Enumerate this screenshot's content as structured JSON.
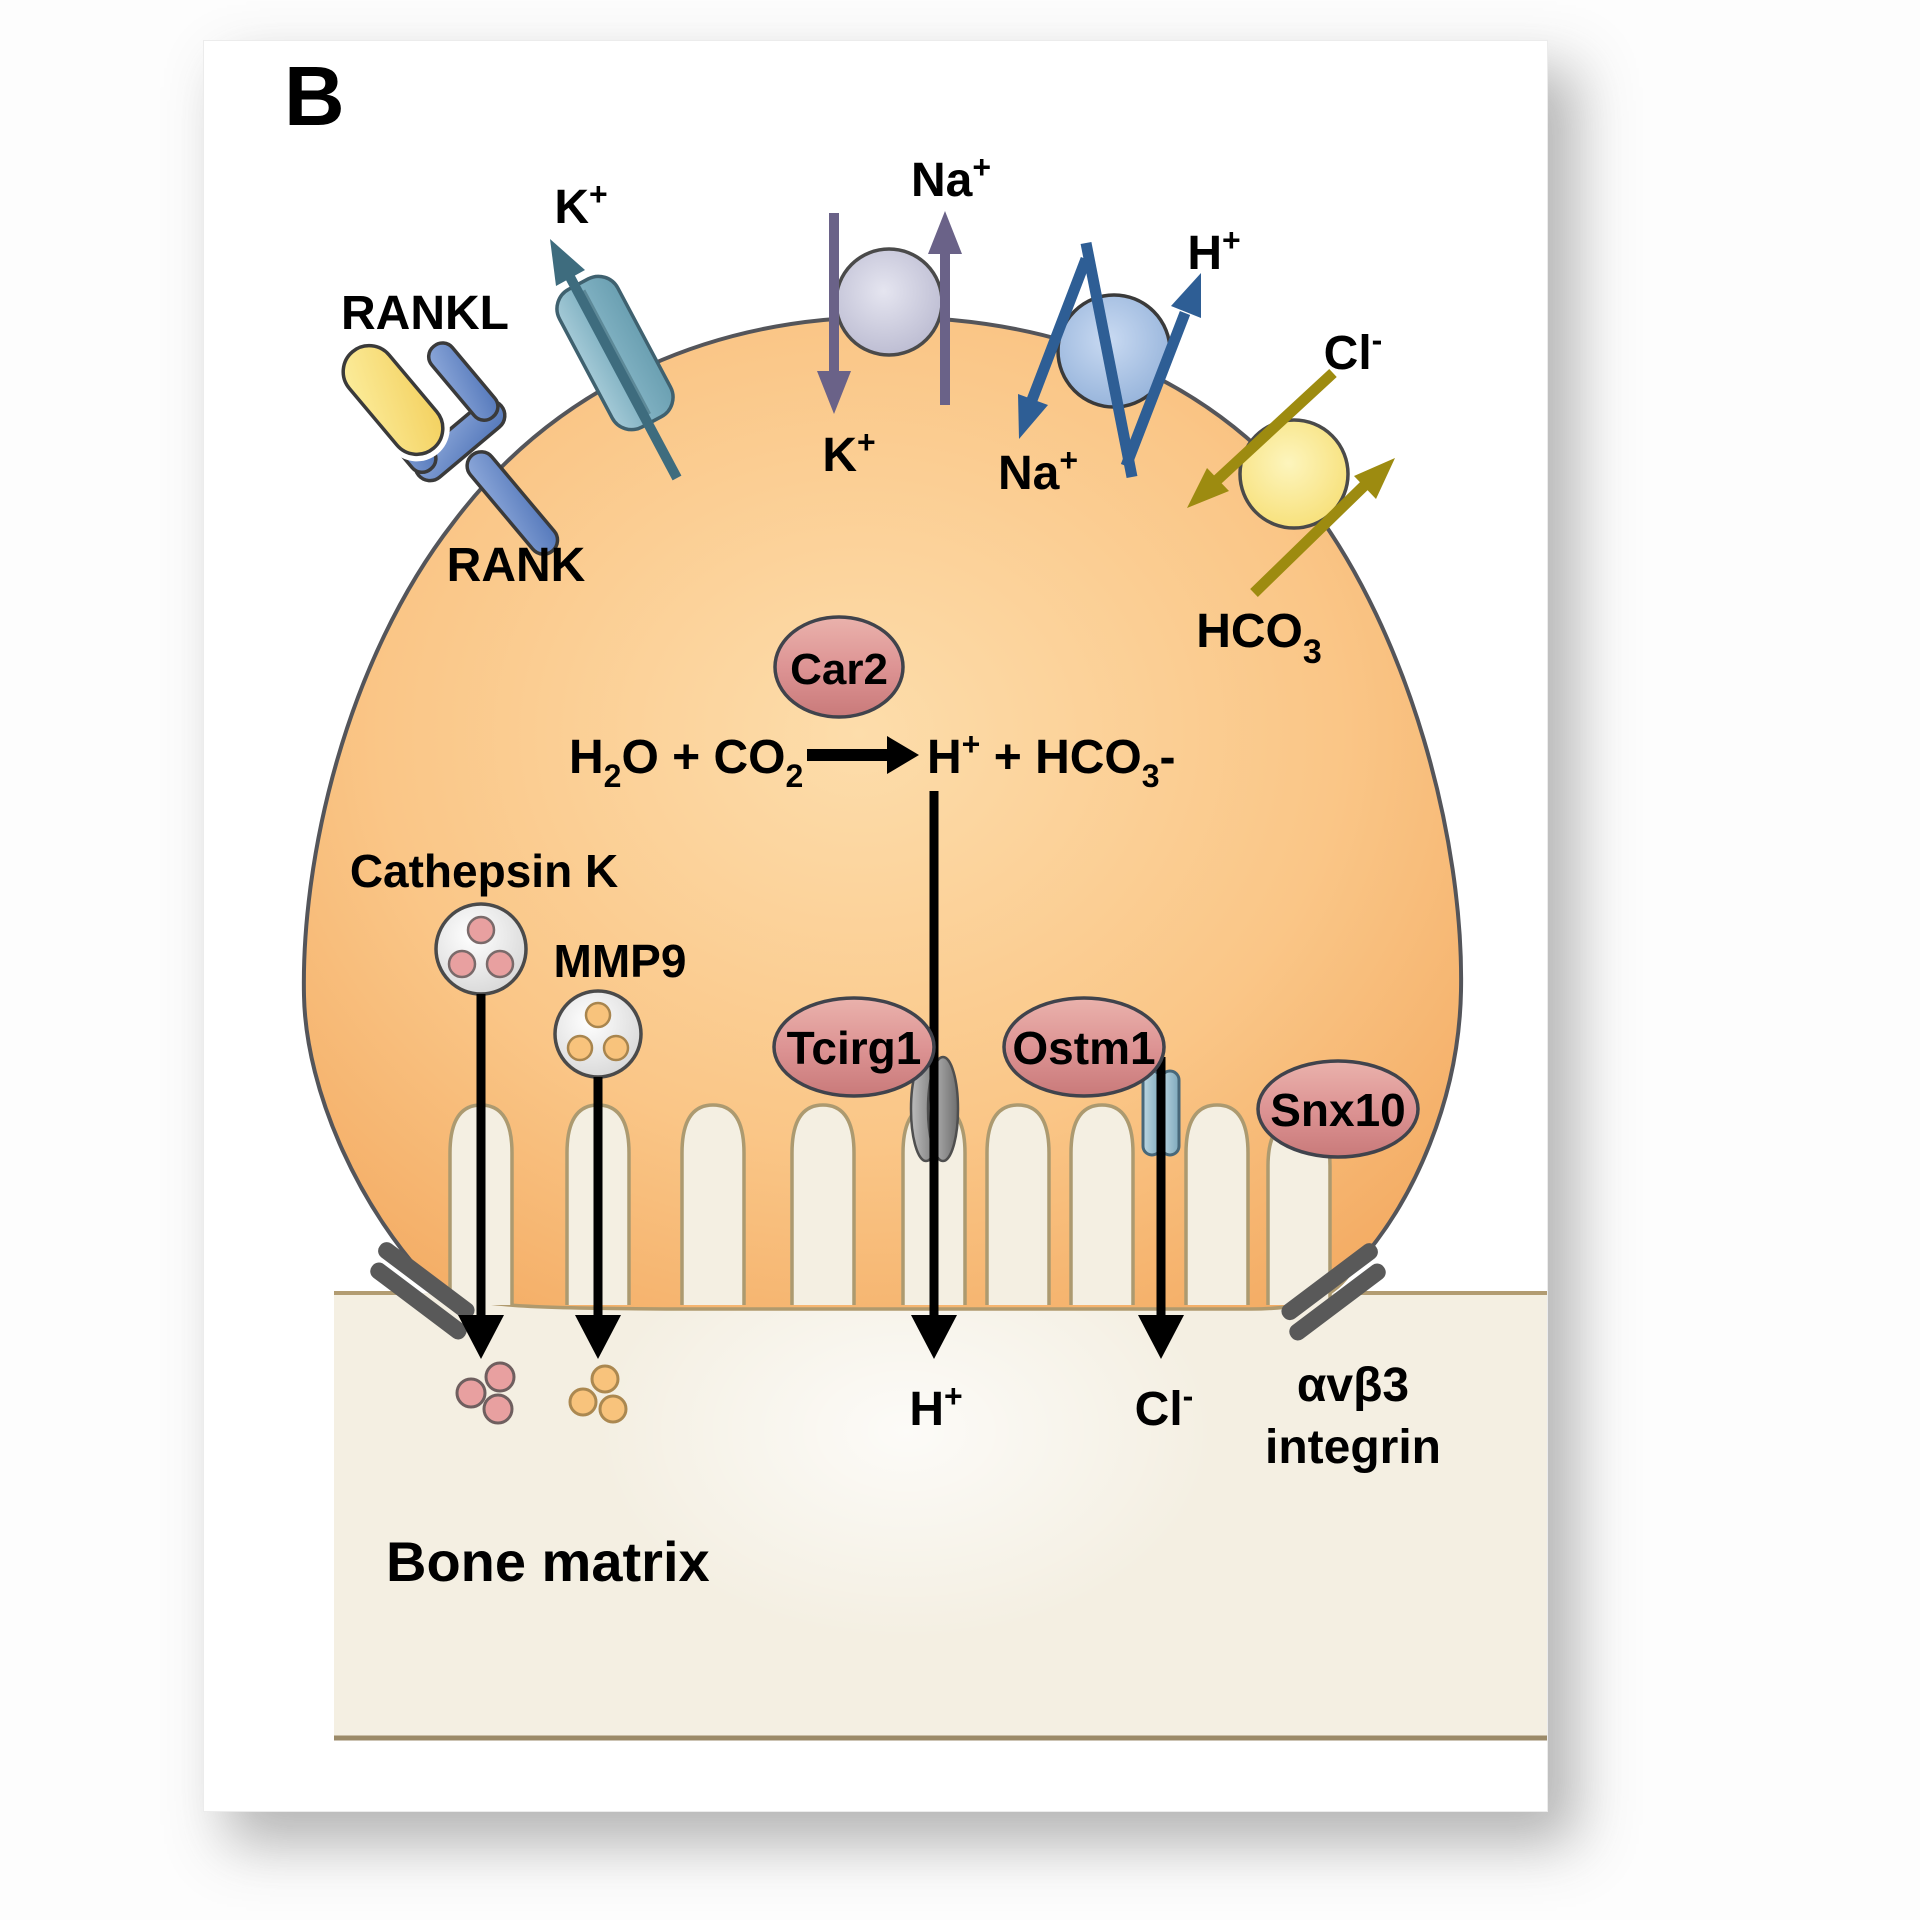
{
  "panel_label": "B",
  "labels": {
    "rankl": "RANKL",
    "rank": "RANK",
    "cathepsin_k": "Cathepsin K",
    "mmp9": "MMP9",
    "car2": "Car2",
    "tcirg1": "Tcirg1",
    "ostm1": "Ostm1",
    "snx10": "Snx10",
    "integrin_line1": "αvβ3",
    "integrin_line2": "integrin",
    "bone_matrix": "Bone matrix"
  },
  "ions": {
    "k_out": {
      "base": "K",
      "sup": "+"
    },
    "k_in": {
      "base": "K",
      "sup": "+"
    },
    "na_out": {
      "base": "Na",
      "sup": "+"
    },
    "na_in": {
      "base": "Na",
      "sup": "+"
    },
    "h_out": {
      "base": "H",
      "sup": "+"
    },
    "cl_top": {
      "base": "Cl",
      "sup": "-"
    },
    "hco3": {
      "base": "HCO",
      "sub": "3"
    },
    "h_secreted": {
      "base": "H",
      "sup": "+"
    },
    "cl_secreted": {
      "base": "Cl",
      "sup": "-"
    }
  },
  "equation": {
    "lhs_1": "H",
    "lhs_1_sub": "2",
    "lhs_2": "O + CO",
    "lhs_2_sub": "2",
    "rhs_1": "H",
    "rhs_1_sup": "+",
    "rhs_2": " + HCO",
    "rhs_2_sub": "3",
    "rhs_3": "-"
  },
  "colors": {
    "cell_orange_edge": "#f3a95f",
    "cell_orange_center": "#fcd9a3",
    "bone_cream": "#f4efe2",
    "membrane_tan": "#b09a6e",
    "protein_pink": "#d98f8f",
    "receptor_blue": "#6c8cc9",
    "ligand_yellow": "#f7d877",
    "channel_teal": "#86b7c6",
    "pump_lavender": "#c3c3d8",
    "exchanger_blue": "#9db9e0",
    "exchanger_yellow": "#fae98c",
    "arrow_purple": "#6a6288",
    "arrow_dark_blue": "#2e5e95",
    "arrow_olive": "#9d8b10",
    "arrow_teal": "#3e6c7e",
    "integrin_grey": "#595959"
  }
}
